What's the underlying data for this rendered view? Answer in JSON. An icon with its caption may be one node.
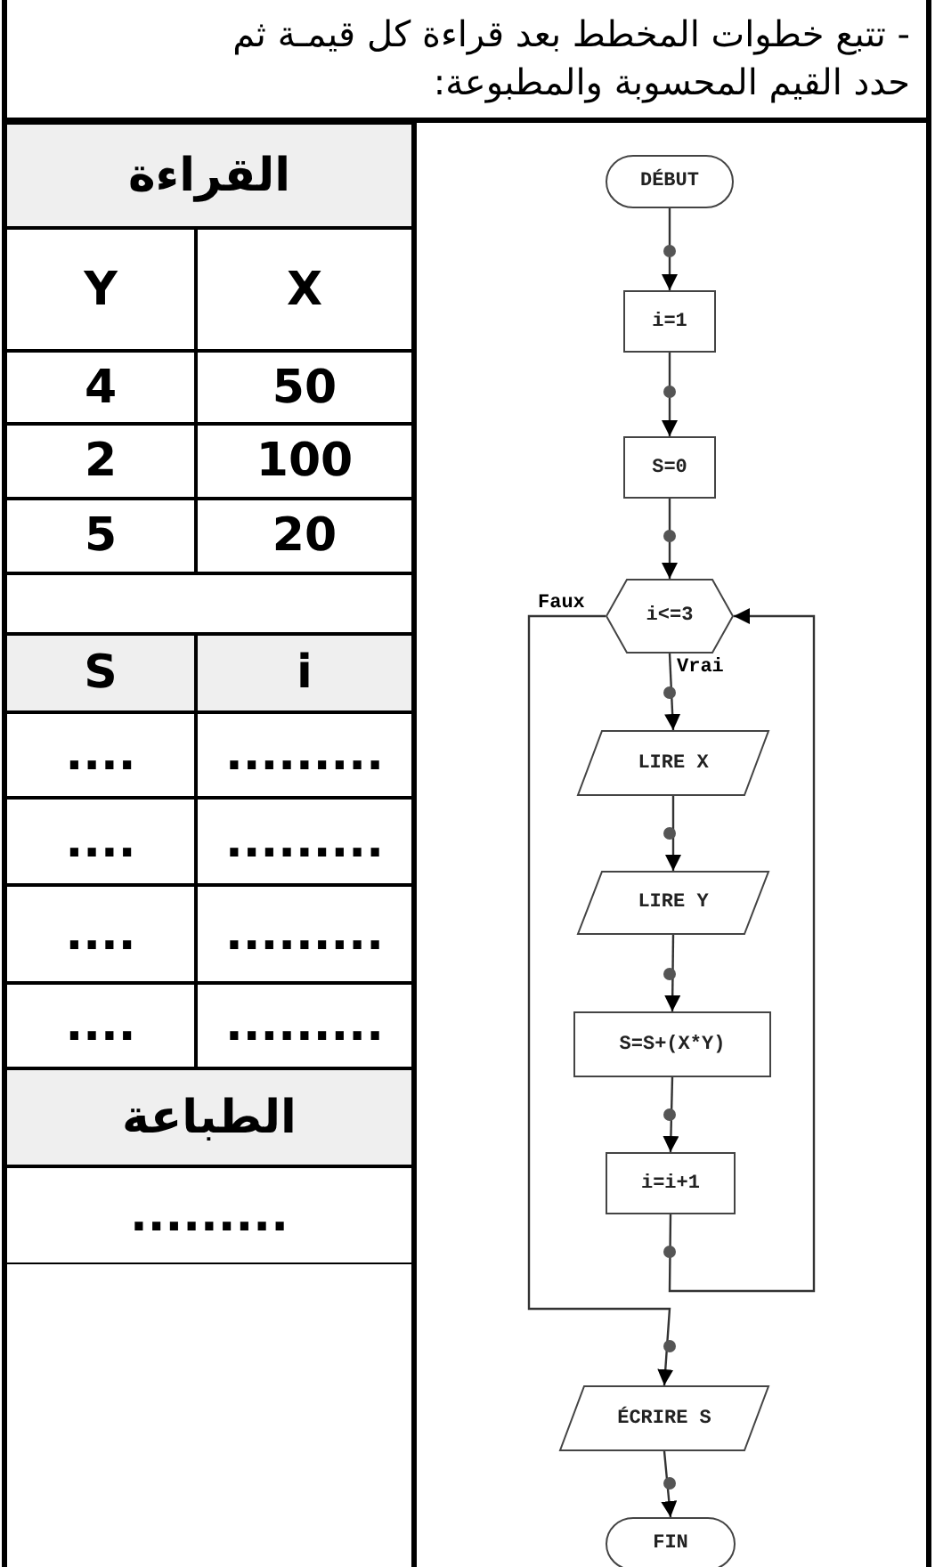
{
  "diagram": {
    "title": "- تتبع خطوات المخطط بعد قراءة كل قيمـة ثم حدد القيم المحسوبة والمطبوعة:",
    "nodes": [
      {
        "text": [
          "DÉBUT"
        ]
      },
      {
        "text": [
          "i=1"
        ]
      },
      {
        "text": [
          "S=0"
        ]
      },
      {
        "text": [
          "i<=3"
        ]
      },
      {
        "text": [
          "LIRE X"
        ]
      },
      {
        "text": [
          "LIRE Y"
        ]
      },
      {
        "text": [
          "S=S+(X*Y)"
        ]
      },
      {
        "text": [
          "i=i+1"
        ]
      },
      {
        "text": [
          "ÉCRIRE S"
        ]
      },
      {
        "text": [
          "FIN"
        ]
      }
    ],
    "edges": [
      {
        "from": 0,
        "to": 1,
        "arrow": "to"
      },
      {
        "from": 1,
        "to": 2,
        "arrow": "to"
      },
      {
        "from": 2,
        "to": 3,
        "arrow": "to"
      },
      {
        "from": 3,
        "to": 4,
        "arrow": "to",
        "label": "Vrai"
      },
      {
        "from": 4,
        "to": 5,
        "arrow": "to"
      },
      {
        "from": 5,
        "to": 6,
        "arrow": "to"
      },
      {
        "from": 6,
        "to": 7,
        "arrow": "to"
      },
      {
        "from": 7,
        "to": 3,
        "arrow": "to"
      },
      {
        "from": 3,
        "to": 8,
        "arrow": "to",
        "label": "Faux"
      },
      {
        "from": 8,
        "to": 9,
        "arrow": "to"
      }
    ],
    "labels": [
      "القراءة",
      "X",
      "Y",
      "50",
      "4",
      "100",
      "2",
      "20",
      "5",
      "i",
      "S",
      ".........",
      "....",
      ".........",
      "....",
      ".........",
      "....",
      ".........",
      "....",
      "الطباعة",
      "........."
    ]
  }
}
